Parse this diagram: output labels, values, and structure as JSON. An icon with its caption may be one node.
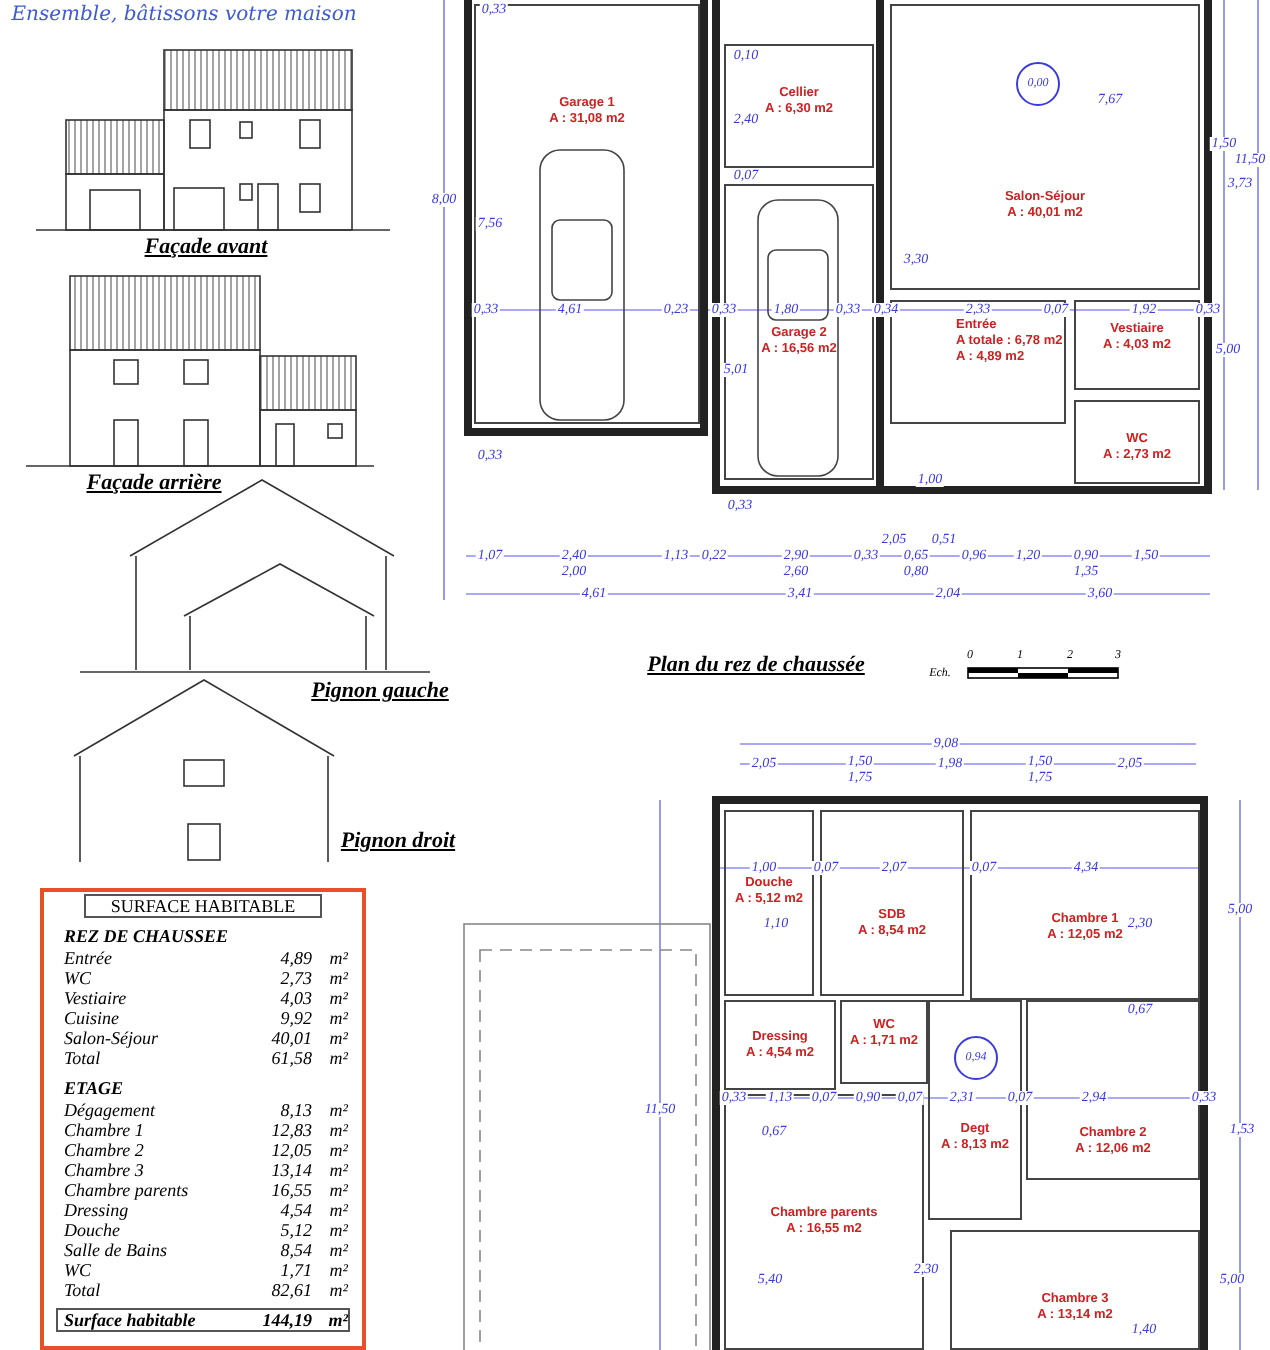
{
  "diagram": {
    "nodes": [
      {
        "text": [
          "Garage 1",
          "A : 31,08 m2"
        ]
      },
      {
        "text": [
          "Cellier",
          "A : 6,30 m2"
        ]
      },
      {
        "text": [
          "Garage 2",
          "A : 16,56 m2"
        ]
      },
      {
        "text": [
          "Salon-Séjour",
          "A : 40,01 m2"
        ]
      },
      {
        "text": [
          "Entrée",
          "A totale : 6,78 m2",
          "A : 4,89 m2"
        ]
      },
      {
        "text": [
          "Vestiaire",
          "A : 4,03 m2"
        ]
      },
      {
        "text": [
          "WC",
          "A : 2,73 m2"
        ]
      },
      {
        "text": [
          "0,00"
        ],
        "in": 3
      },
      {
        "text": [
          "Douche",
          "A : 5,12 m2"
        ]
      },
      {
        "text": [
          "SDB",
          "A : 8,54 m2"
        ]
      },
      {
        "text": [
          "Chambre 1",
          "A : 12,05 m2"
        ]
      },
      {
        "text": [
          "Dressing",
          "A : 4,54 m2"
        ]
      },
      {
        "text": [
          "WC",
          "A : 1,71 m2"
        ]
      },
      {
        "text": [
          "Degt",
          "A : 8,13 m2"
        ]
      },
      {
        "text": [
          "Chambre 2",
          "A : 12,06 m2"
        ]
      },
      {
        "text": [
          "Chambre parents",
          "A : 16,55 m2"
        ]
      },
      {
        "text": [
          "Chambre 3",
          "A : 13,14 m2"
        ]
      },
      {
        "text": [
          "0,94"
        ],
        "in": 13
      }
    ],
    "labels": [
      "Ensemble, bâtissons votre maison",
      "Façade avant",
      "Façade arrière",
      "Pignon gauche",
      "Pignon droit",
      "Plan du rez de chaussée",
      "Ech.",
      "0",
      "1",
      "2",
      "3",
      "0,33",
      "8,00",
      "7,56",
      "0,10",
      "2,40",
      "0,07",
      "7,67",
      "3,30",
      "1,50",
      "3,73",
      "11,50",
      "0,33",
      "4,61",
      "0,23",
      "0,33",
      "1,80",
      "0,33",
      "0,34",
      "2,33",
      "0,07",
      "1,92",
      "0,33",
      "5,01",
      "5,00",
      "1,00",
      "0,33",
      "0,33",
      "1,07",
      "2,40",
      "2,00",
      "1,13",
      "0,22",
      "2,90",
      "2,60",
      "0,33",
      "2,05",
      "0,65",
      "0,51",
      "0,80",
      "0,96",
      "1,20",
      "0,90",
      "1,35",
      "1,50",
      "4,61",
      "3,41",
      "2,04",
      "3,60",
      "9,08",
      "2,05",
      "1,50",
      "1,75",
      "1,98",
      "1,50",
      "1,75",
      "2,05",
      "1,00",
      "0,07",
      "2,07",
      "0,07",
      "4,34",
      "1,10",
      "2,30",
      "5,00",
      "0,67",
      "11,50",
      "0,33",
      "1,13",
      "0,07",
      "0,90",
      "0,07",
      "2,31",
      "0,07",
      "2,94",
      "0,33",
      "0,67",
      "1,53",
      "5,40",
      "2,30",
      "5,00",
      "1,40",
      "SURFACE HABITABLE",
      "REZ DE CHAUSSEE",
      "Entrée",
      "4,89",
      "m²",
      "WC",
      "2,73",
      "m²",
      "Vestiaire",
      "4,03",
      "m²",
      "Cuisine",
      "9,92",
      "m²",
      "Salon-Séjour",
      "40,01",
      "m²",
      "Total",
      "61,58",
      "m²",
      "ETAGE",
      "Dégagement",
      "8,13",
      "m²",
      "Chambre 1",
      "12,83",
      "m²",
      "Chambre 2",
      "12,05",
      "m²",
      "Chambre 3",
      "13,14",
      "m²",
      "Chambre parents",
      "16,55",
      "m²",
      "Dressing",
      "4,54",
      "m²",
      "Douche",
      "5,12",
      "m²",
      "Salle de Bains",
      "8,54",
      "m²",
      "WC",
      "1,71",
      "m²",
      "Total",
      "82,61",
      "m²",
      "Surface habitable",
      "144,19",
      "m²"
    ]
  }
}
